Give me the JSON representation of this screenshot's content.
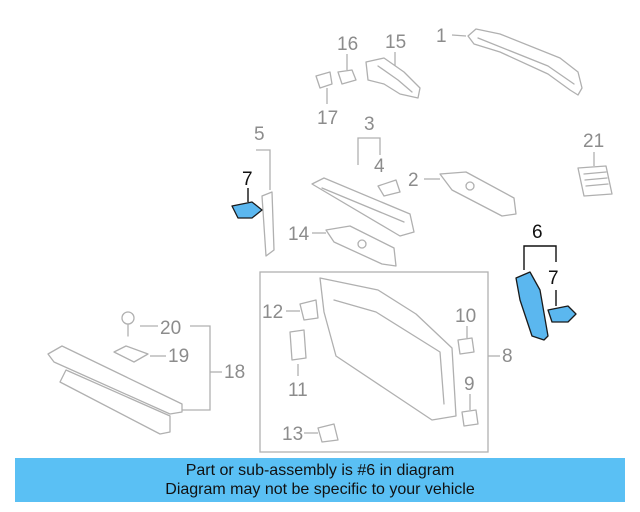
{
  "callouts": {
    "c1": "1",
    "c2": "2",
    "c3": "3",
    "c4": "4",
    "c5": "5",
    "c6": "6",
    "c7a": "7",
    "c7b": "7",
    "c8": "8",
    "c9": "9",
    "c10": "10",
    "c11": "11",
    "c12": "12",
    "c13": "13",
    "c14": "14",
    "c15": "15",
    "c16": "16",
    "c17": "17",
    "c18": "18",
    "c19": "19",
    "c20": "20",
    "c21": "21"
  },
  "colors": {
    "highlight": "#5bb7ef",
    "banner": "#5ac0f4"
  },
  "banner": {
    "line1": "Part or sub-assembly is #6 in diagram",
    "line2": "Diagram may not be specific to your vehicle"
  }
}
